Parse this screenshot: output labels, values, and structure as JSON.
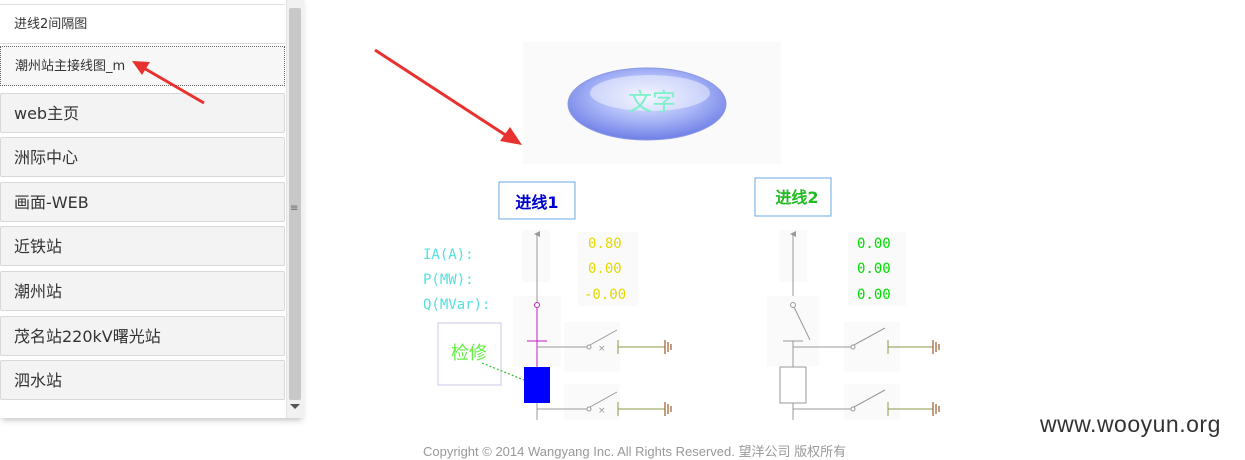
{
  "sidebar": {
    "sub_items": [
      {
        "label": "进线2间隔图"
      },
      {
        "label": "潮州站主接线图_m"
      }
    ],
    "items": [
      {
        "label": "web主页"
      },
      {
        "label": "洲际中心"
      },
      {
        "label": "画面-WEB"
      },
      {
        "label": "近铁站"
      },
      {
        "label": "潮州站"
      },
      {
        "label": "茂名站220kV曙光站"
      },
      {
        "label": "泗水站"
      }
    ]
  },
  "diagram": {
    "bubble_text": "文字",
    "line1": {
      "title": "进线1",
      "labels": [
        "IA(A):",
        "P(MW):",
        "Q(MVar):"
      ],
      "values": [
        "0.80",
        "0.00",
        "-0.00"
      ],
      "status": "检修"
    },
    "line2": {
      "title": "进线2",
      "values": [
        "0.00",
        "0.00",
        "0.00"
      ]
    }
  },
  "footer": {
    "copyright": "Copyright © 2014 Wangyang Inc. All Rights Reserved. 望洋公司 版权所有"
  },
  "watermark": "www.wooyun.org",
  "colors": {
    "arrow": "#e8322f",
    "line1_title": "#0000cc",
    "line2_title": "#22bb22",
    "line1_values": "#e6d800",
    "line2_values": "#00dd00",
    "labels": "#55e0e0",
    "breaker_closed": "#0000ff",
    "ground": "#a05a2c"
  }
}
